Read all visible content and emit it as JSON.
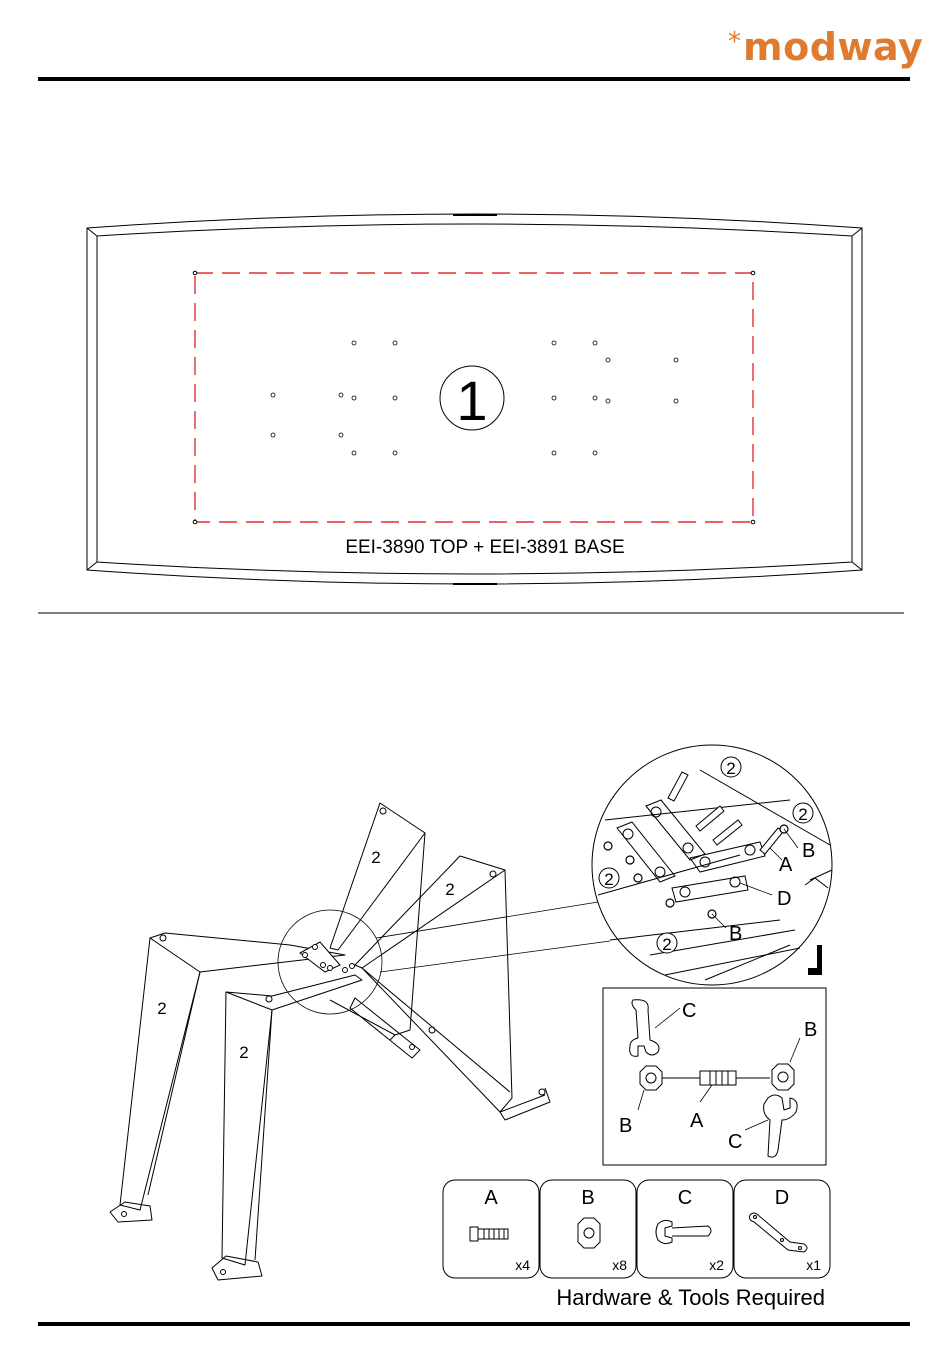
{
  "header": {
    "brand_star": "*",
    "brand_name": "modway"
  },
  "step1": {
    "part_number": "1",
    "caption": "EEI-3890 TOP + EEI-3891 BASE"
  },
  "step2": {
    "leg_label": "2",
    "detail_labels": {
      "bolt": "A",
      "nut": "B",
      "plate": "D"
    },
    "assembly_labels": {
      "wrench": "C",
      "nut": "B",
      "bolt": "A"
    }
  },
  "hardware": {
    "title": "Hardware & Tools Required",
    "items": [
      {
        "letter": "A",
        "qty": "x4",
        "icon": "bolt-icon"
      },
      {
        "letter": "B",
        "qty": "x8",
        "icon": "hex-nut-icon"
      },
      {
        "letter": "C",
        "qty": "x2",
        "icon": "wrench-icon"
      },
      {
        "letter": "D",
        "qty": "x1",
        "icon": "bracket-plate-icon"
      }
    ]
  },
  "colors": {
    "brand": "#e07a2e",
    "dashed_outline": "#e03030",
    "line": "#000000"
  }
}
